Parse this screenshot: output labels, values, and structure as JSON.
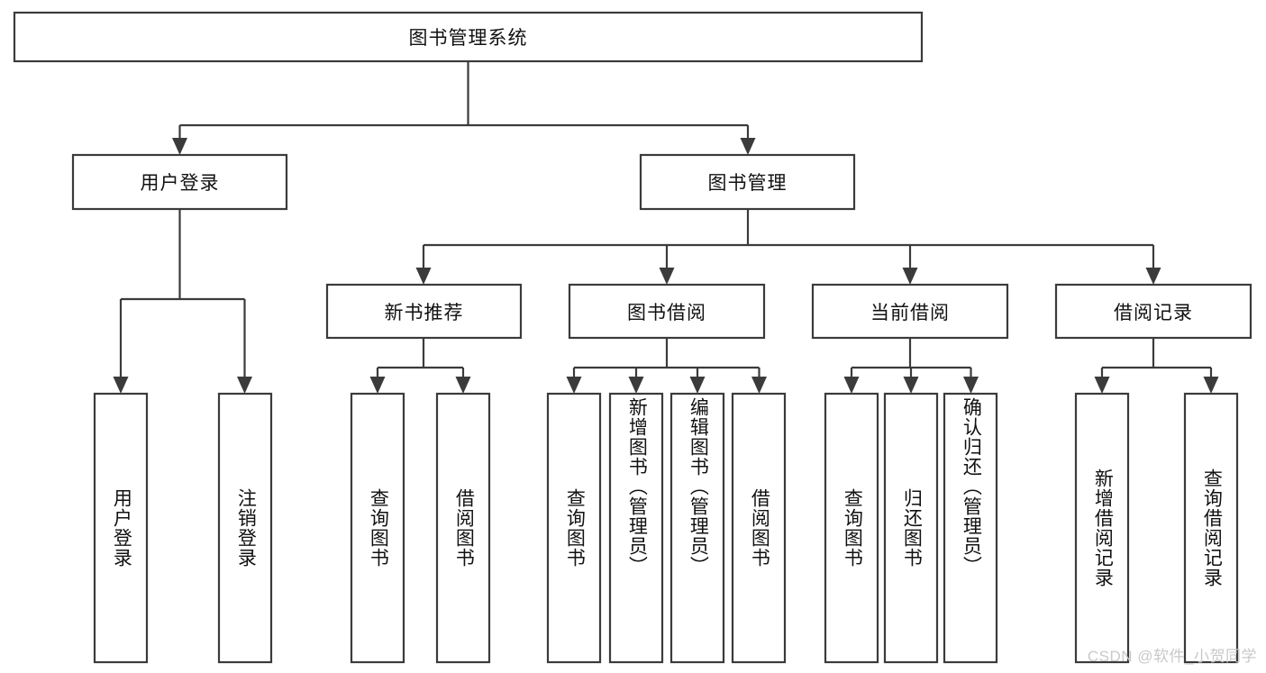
{
  "diagram": {
    "type": "tree-hierarchy",
    "title": "图书管理系统",
    "watermark": "CSDN @软件_小贺同学",
    "colors": {
      "stroke": "#3b3b3b",
      "fill": "#ffffff",
      "text": "#111111",
      "watermark": "#c9c9c9"
    },
    "nodes": {
      "root": {
        "label": "图书管理系统",
        "orientation": "horizontal"
      },
      "level2": [
        {
          "label": "用户登录",
          "orientation": "horizontal"
        },
        {
          "label": "图书管理",
          "orientation": "horizontal"
        }
      ],
      "level3": [
        {
          "label": "新书推荐",
          "orientation": "horizontal"
        },
        {
          "label": "图书借阅",
          "orientation": "horizontal"
        },
        {
          "label": "当前借阅",
          "orientation": "horizontal"
        },
        {
          "label": "借阅记录",
          "orientation": "horizontal"
        }
      ],
      "leaves": {
        "user_login": [
          {
            "label": "用户登录",
            "orientation": "vertical"
          },
          {
            "label": "注销登录",
            "orientation": "vertical"
          }
        ],
        "new_book_recommend": [
          {
            "label": "查询图书",
            "orientation": "vertical"
          },
          {
            "label": "借阅图书",
            "orientation": "vertical"
          }
        ],
        "book_borrow": [
          {
            "label": "查询图书",
            "orientation": "vertical"
          },
          {
            "label": "新增图书（管理员）",
            "orientation": "vertical"
          },
          {
            "label": "编辑图书（管理员）",
            "orientation": "vertical"
          },
          {
            "label": "借阅图书",
            "orientation": "vertical"
          }
        ],
        "current_borrow": [
          {
            "label": "查询图书",
            "orientation": "vertical"
          },
          {
            "label": "归还图书",
            "orientation": "vertical"
          },
          {
            "label": "确认归还（管理员）",
            "orientation": "vertical"
          }
        ],
        "borrow_record": [
          {
            "label": "新增借阅记录",
            "orientation": "vertical"
          },
          {
            "label": "查询借阅记录",
            "orientation": "vertical"
          }
        ]
      }
    },
    "edges": [
      {
        "from": "图书管理系统",
        "to": "用户登录"
      },
      {
        "from": "图书管理系统",
        "to": "图书管理"
      },
      {
        "from": "图书管理",
        "to": "新书推荐"
      },
      {
        "from": "图书管理",
        "to": "图书借阅"
      },
      {
        "from": "图书管理",
        "to": "当前借阅"
      },
      {
        "from": "图书管理",
        "to": "借阅记录"
      },
      {
        "from": "用户登录",
        "to": "用户登录"
      },
      {
        "from": "用户登录",
        "to": "注销登录"
      },
      {
        "from": "新书推荐",
        "to": "查询图书"
      },
      {
        "from": "新书推荐",
        "to": "借阅图书"
      },
      {
        "from": "图书借阅",
        "to": "查询图书"
      },
      {
        "from": "图书借阅",
        "to": "新增图书（管理员）"
      },
      {
        "from": "图书借阅",
        "to": "编辑图书（管理员）"
      },
      {
        "from": "图书借阅",
        "to": "借阅图书"
      },
      {
        "from": "当前借阅",
        "to": "查询图书"
      },
      {
        "from": "当前借阅",
        "to": "归还图书"
      },
      {
        "from": "当前借阅",
        "to": "确认归还（管理员）"
      },
      {
        "from": "借阅记录",
        "to": "新增借阅记录"
      },
      {
        "from": "借阅记录",
        "to": "查询借阅记录"
      }
    ]
  }
}
